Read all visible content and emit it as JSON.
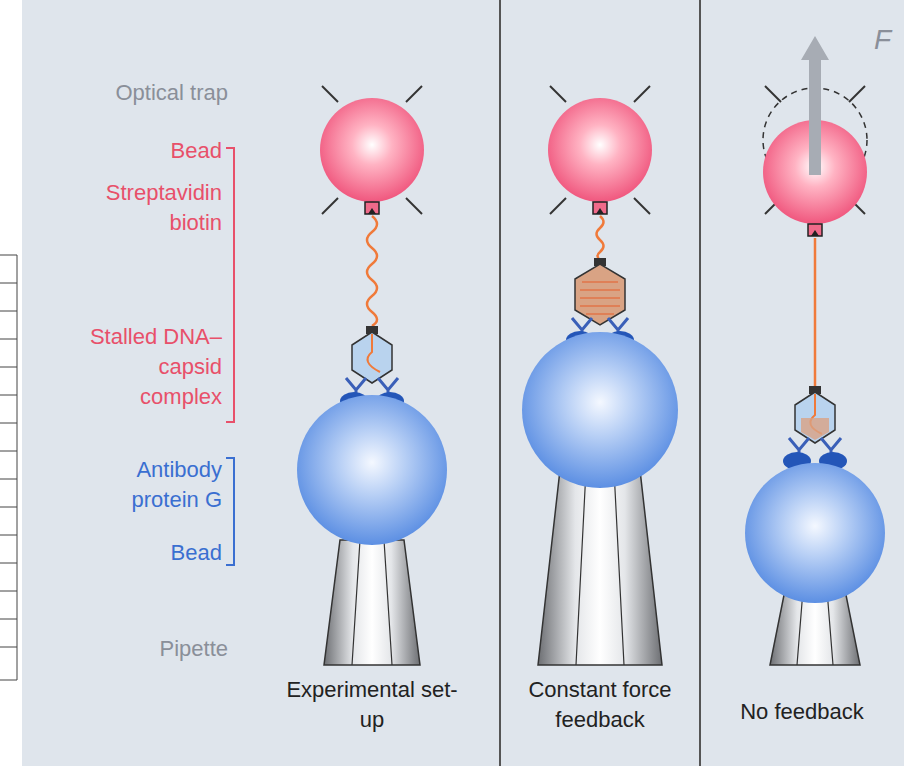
{
  "diagram": {
    "labels": [
      "Optical trap",
      "Bead",
      "Streptavidin biotin",
      "Stalled DNA–capsid complex",
      "Antibody protein G",
      "Bead",
      "Pipette",
      "Experimental set-up",
      "Constant force feedback",
      "No feedback",
      "F"
    ]
  }
}
